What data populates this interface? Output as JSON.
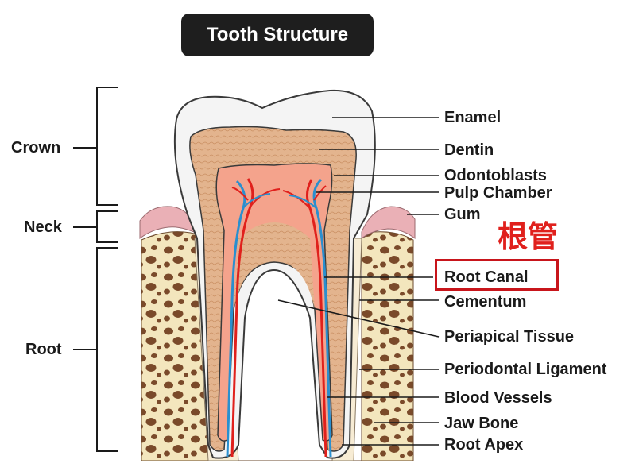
{
  "title": "Tooth Structure",
  "regions": {
    "crown": "Crown",
    "neck": "Neck",
    "root": "Root"
  },
  "labels": {
    "enamel": "Enamel",
    "dentin": "Dentin",
    "odontoblasts": "Odontoblasts",
    "pulp_chamber": "Pulp Chamber",
    "gum": "Gum",
    "root_canal": "Root Canal",
    "cementum": "Cementum",
    "periapical_tissue": "Periapical Tissue",
    "periodontal_ligament": "Periodontal Ligament",
    "blood_vessels": "Blood Vessels",
    "jaw_bone": "Jaw Bone",
    "root_apex": "Root Apex"
  },
  "annotation": {
    "text": "根管",
    "color": "#e0201c"
  },
  "colors": {
    "enamel": "#f4f4f4",
    "dentin": "#e3b48e",
    "pulp": "#f4a38c",
    "gum": "#eab0b6",
    "bone": "#f3e6bd",
    "bone_holes": "#7a4a2a",
    "artery": "#e0201c",
    "vein": "#2a8fcf",
    "highlight": "#c8151b"
  }
}
